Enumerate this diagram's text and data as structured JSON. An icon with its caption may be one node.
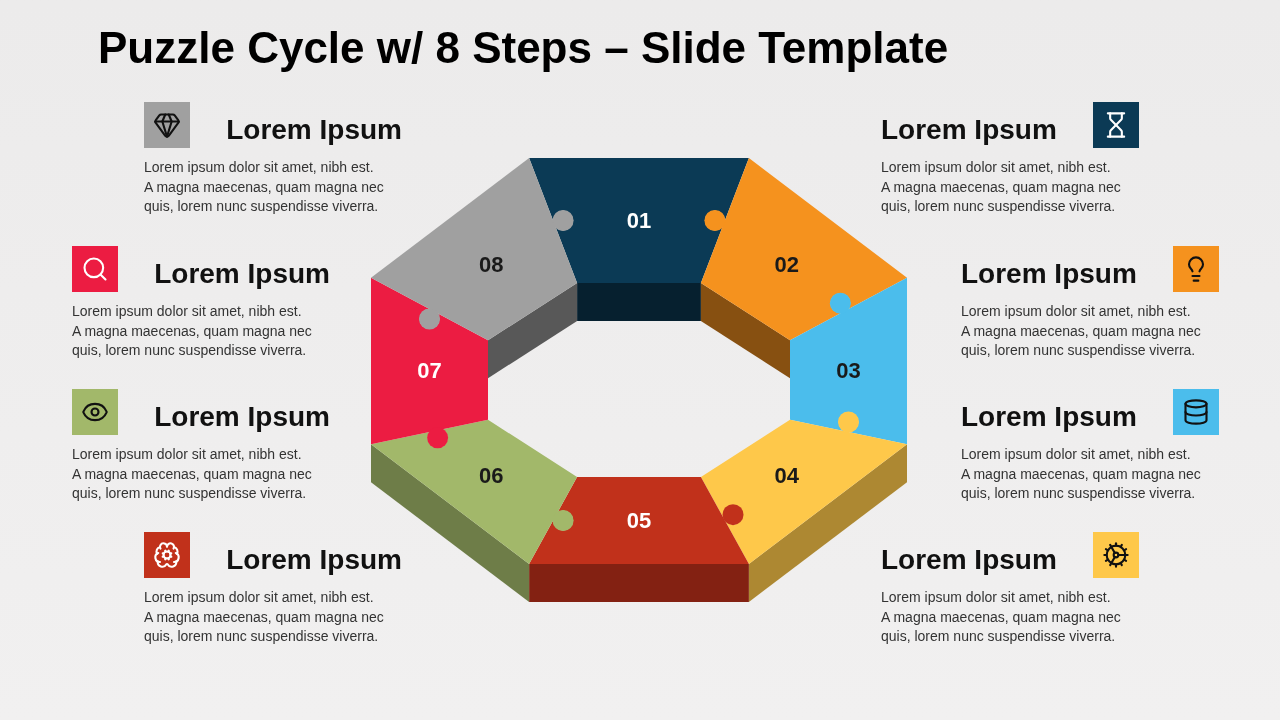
{
  "diagram": {
    "title": "Puzzle Cycle w/ 8 Steps – Slide Template",
    "nodes": [
      {
        "text": [
          "01"
        ]
      },
      {
        "text": [
          "02"
        ]
      },
      {
        "text": [
          "03"
        ]
      },
      {
        "text": [
          "04"
        ]
      },
      {
        "text": [
          "05"
        ]
      },
      {
        "text": [
          "06"
        ]
      },
      {
        "text": [
          "07"
        ]
      },
      {
        "text": [
          "08"
        ]
      }
    ],
    "labels": [
      "Lorem Ipsum",
      "Lorem ipsum dolor sit amet, nibh est. A magna maecenas, quam magna nec quis, lorem nunc suspendisse viverra.",
      "Lorem Ipsum",
      "Lorem ipsum dolor sit amet, nibh est. A magna maecenas, quam magna nec quis, lorem nunc suspendisse viverra.",
      "Lorem Ipsum",
      "Lorem ipsum dolor sit amet, nibh est. A magna maecenas, quam magna nec quis, lorem nunc suspendisse viverra.",
      "Lorem Ipsum",
      "Lorem ipsum dolor sit amet, nibh est. A magna maecenas, quam magna nec quis, lorem nunc suspendisse viverra.",
      "Lorem Ipsum",
      "Lorem ipsum dolor sit amet, nibh est. A magna maecenas, quam magna nec quis, lorem nunc suspendisse viverra.",
      "Lorem Ipsum",
      "Lorem ipsum dolor sit amet, nibh est. A magna maecenas, quam magna nec quis, lorem nunc suspendisse viverra.",
      "Lorem Ipsum",
      "Lorem ipsum dolor sit amet, nibh est. A magna maecenas, quam magna nec quis, lorem nunc suspendisse viverra.",
      "Lorem Ipsum",
      "Lorem ipsum dolor sit amet, nibh est. A magna maecenas, quam magna nec quis, lorem nunc suspendisse viverra."
    ]
  }
}
